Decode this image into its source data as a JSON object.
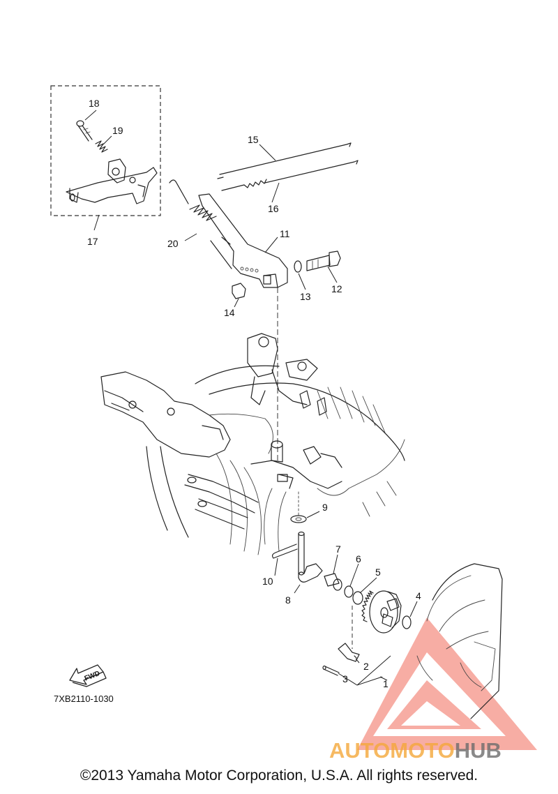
{
  "callouts": {
    "c1": "1",
    "c2": "2",
    "c3": "3",
    "c4": "4",
    "c5": "5",
    "c6": "6",
    "c7": "7",
    "c8": "8",
    "c9": "9",
    "c10": "10",
    "c11": "11",
    "c12": "12",
    "c13": "13",
    "c14": "14",
    "c15": "15",
    "c16": "16",
    "c17": "17",
    "c18": "18",
    "c19": "19",
    "c20": "20"
  },
  "diagram_code": "7XB2110-1030",
  "fwd_label": "FWD",
  "watermark": {
    "part1": "AUTOMOTO",
    "part2": "HUB",
    "color_main": "#f26b5b",
    "color_hub": "#6d6d6d"
  },
  "copyright": "©2013 Yamaha Motor Corporation, U.S.A. All rights reserved."
}
